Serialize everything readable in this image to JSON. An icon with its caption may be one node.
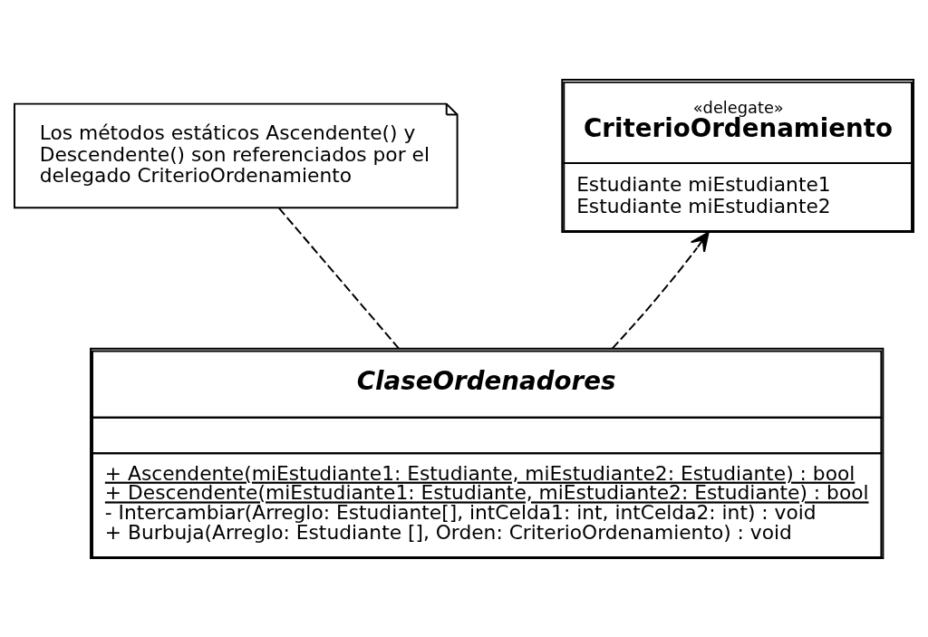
{
  "diagram": {
    "nodes": [
      {
        "text": [
          "Los métodos estáticos Ascendente() y Descendente() son referenciados por el delegado CriterioOrdenamiento"
        ]
      },
      {
        "text": [
          "«delegate»",
          "CriterioOrdenamiento",
          "Estudiante miEstudiante1",
          "Estudiante miEstudiante2"
        ]
      },
      {
        "text": [
          "ClaseOrdenadores",
          "+ Ascendente(miEstudiante1: Estudiante, miEstudiante2: Estudiante) : bool",
          "+ Descendente(miEstudiante1: Estudiante, miEstudiante2: Estudiante) : bool",
          "- Intercambiar(Arreglo: Estudiante[], intCelda1: int, intCelda2: int) : void",
          "+ Burbuja(Arreglo: Estudiante [], Orden: CriterioOrdenamiento) : void"
        ]
      }
    ],
    "edges": [
      {
        "from": 0,
        "to": 2,
        "arrow": "none",
        "style": "dashed"
      },
      {
        "from": 2,
        "to": 1,
        "arrow": "to",
        "style": "dashed"
      }
    ]
  }
}
